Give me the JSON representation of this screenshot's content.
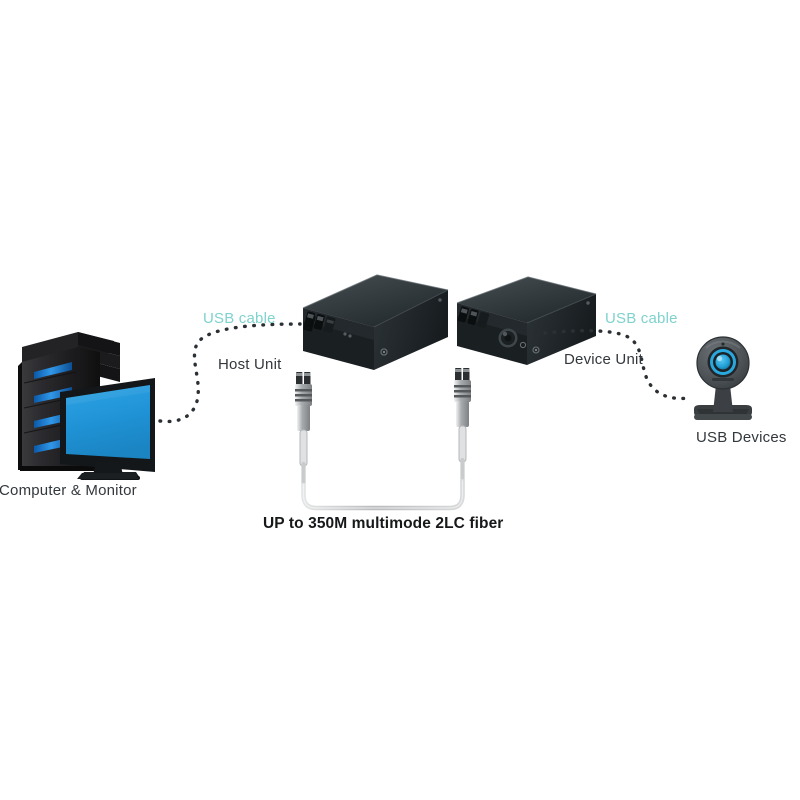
{
  "diagram": {
    "title": "USB over fiber extender connection diagram",
    "background_color": "#ffffff",
    "labels": {
      "usb_cable_left": "USB cable",
      "usb_cable_right": "USB cable",
      "host_unit": "Host Unit",
      "device_unit": "Device Unit",
      "computer_monitor": "Computer & Monitor",
      "usb_devices": "USB Devices",
      "fiber_caption": "UP to 350M multimode 2LC fiber"
    },
    "colors": {
      "teal_label": "#7fd2cd",
      "dark_label": "#33383d",
      "caption": "#16181a",
      "chassis_top": "#3c4448",
      "chassis_front": "#1c2124",
      "chassis_side": "#262c30",
      "monitor_screen": "#1e96d8",
      "tower_body": "#2a2a2d",
      "tower_led": "#1476c9",
      "webcam_body": "#53585c",
      "webcam_lens": "#2aa8dd",
      "fiber_cable": "#c9cbcc",
      "dotted_cable": "#2b3034"
    },
    "nodes": [
      {
        "name": "computer-monitor",
        "label": "Computer & Monitor"
      },
      {
        "name": "host-unit",
        "label": "Host Unit"
      },
      {
        "name": "device-unit",
        "label": "Device Unit"
      },
      {
        "name": "usb-devices",
        "label": "USB Devices"
      }
    ],
    "connections": [
      {
        "name": "usb-cable-left",
        "from": "computer-monitor",
        "to": "host-unit",
        "label": "USB cable",
        "style": "dotted"
      },
      {
        "name": "fiber-link",
        "from": "host-unit",
        "to": "device-unit",
        "label": "UP to 350M multimode 2LC fiber",
        "style": "solid"
      },
      {
        "name": "usb-cable-right",
        "from": "device-unit",
        "to": "usb-devices",
        "label": "USB cable",
        "style": "dotted"
      }
    ]
  }
}
